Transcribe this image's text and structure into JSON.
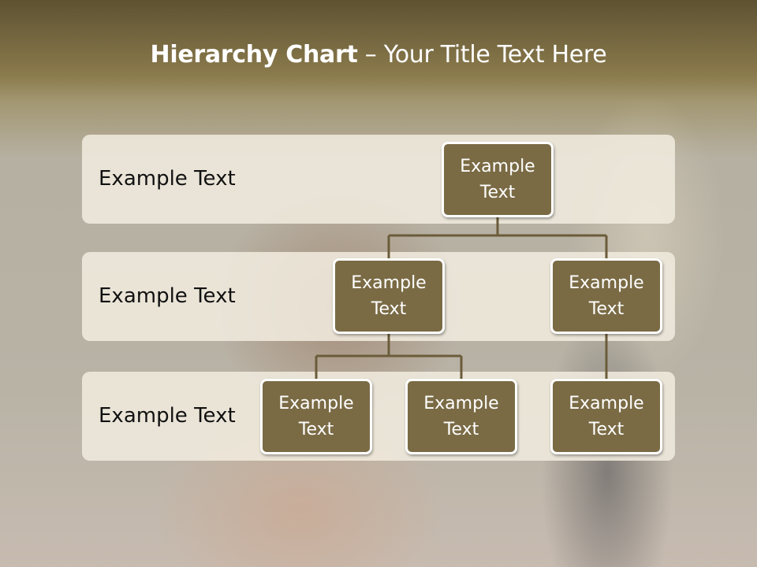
{
  "slide": {
    "title_bold": "Hierarchy Chart",
    "title_rest": " – Your Title Text Here"
  },
  "levels": [
    {
      "label": "Example Text"
    },
    {
      "label": "Example Text"
    },
    {
      "label": "Example Text"
    }
  ],
  "nodes": {
    "root": "Example Text",
    "level2_left": "Example Text",
    "level2_right": "Example Text",
    "level3_a": "Example Text",
    "level3_b": "Example Text",
    "level3_c": "Example Text"
  },
  "colors": {
    "node_fill": "#7a6b45",
    "connector": "#6b5c3a",
    "band_fill": "#f0eade"
  }
}
